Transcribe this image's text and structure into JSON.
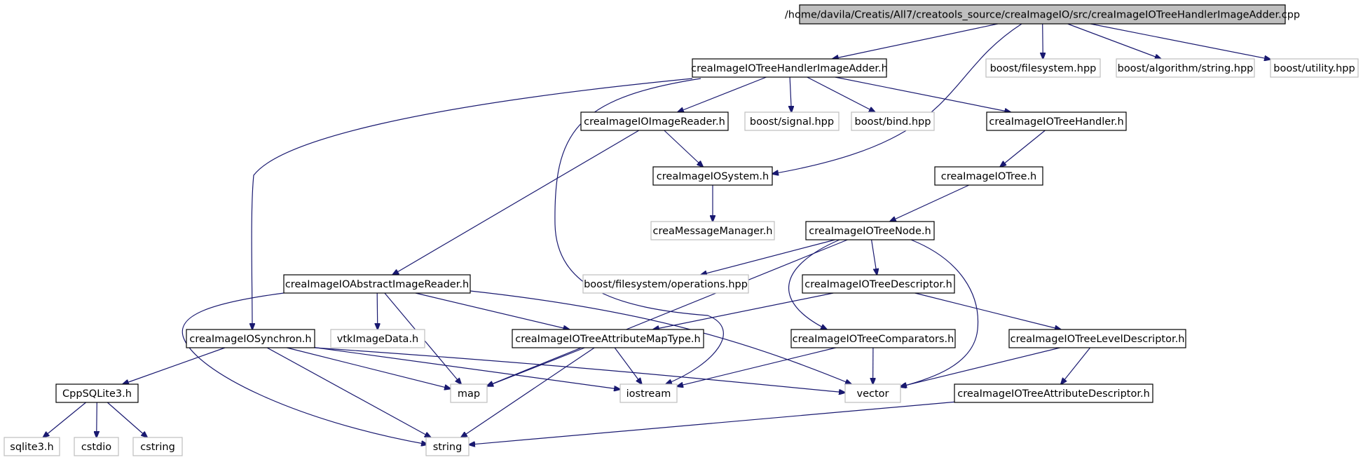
{
  "colors": {
    "edge": "#191970",
    "internal_border": "#000000",
    "external_border": "#bfbfbf",
    "root_fill": "#bfbfbf",
    "background": "#ffffff"
  },
  "nodes": [
    {
      "id": "root",
      "label": "/home/davila/Creatis/All7/creatools_source/creaImageIO/src/creaImageIOTreeHandlerImageAdder.cpp",
      "kind": "root"
    },
    {
      "id": "tha_h",
      "label": "creaImageIOTreeHandlerImageAdder.h",
      "kind": "internal"
    },
    {
      "id": "boost_fs",
      "label": "boost/filesystem.hpp",
      "kind": "external"
    },
    {
      "id": "boost_alg",
      "label": "boost/algorithm/string.hpp",
      "kind": "external"
    },
    {
      "id": "boost_util",
      "label": "boost/utility.hpp",
      "kind": "external"
    },
    {
      "id": "reader",
      "label": "creaImageIOImageReader.h",
      "kind": "internal"
    },
    {
      "id": "boost_sig",
      "label": "boost/signal.hpp",
      "kind": "external"
    },
    {
      "id": "boost_bind",
      "label": "boost/bind.hpp",
      "kind": "external"
    },
    {
      "id": "treehandler",
      "label": "creaImageIOTreeHandler.h",
      "kind": "internal"
    },
    {
      "id": "system",
      "label": "creaImageIOSystem.h",
      "kind": "internal"
    },
    {
      "id": "tree",
      "label": "creaImageIOTree.h",
      "kind": "internal"
    },
    {
      "id": "msgmgr",
      "label": "creaMessageManager.h",
      "kind": "external"
    },
    {
      "id": "treenode",
      "label": "creaImageIOTreeNode.h",
      "kind": "internal"
    },
    {
      "id": "absreader",
      "label": "creaImageIOAbstractImageReader.h",
      "kind": "internal"
    },
    {
      "id": "boost_ops",
      "label": "boost/filesystem/operations.hpp",
      "kind": "external"
    },
    {
      "id": "descriptor",
      "label": "creaImageIOTreeDescriptor.h",
      "kind": "internal"
    },
    {
      "id": "synchron",
      "label": "creaImageIOSynchron.h",
      "kind": "internal"
    },
    {
      "id": "vtkimg",
      "label": "vtkImageData.h",
      "kind": "external"
    },
    {
      "id": "attrmap",
      "label": "creaImageIOTreeAttributeMapType.h",
      "kind": "internal"
    },
    {
      "id": "comparators",
      "label": "creaImageIOTreeComparators.h",
      "kind": "internal"
    },
    {
      "id": "leveldesc",
      "label": "creaImageIOTreeLevelDescriptor.h",
      "kind": "internal"
    },
    {
      "id": "cppsqlite",
      "label": "CppSQLite3.h",
      "kind": "internal"
    },
    {
      "id": "map",
      "label": "map",
      "kind": "external"
    },
    {
      "id": "iostream",
      "label": "iostream",
      "kind": "external"
    },
    {
      "id": "vector",
      "label": "vector",
      "kind": "external"
    },
    {
      "id": "attrdesc",
      "label": "creaImageIOTreeAttributeDescriptor.h",
      "kind": "internal"
    },
    {
      "id": "sqlite3",
      "label": "sqlite3.h",
      "kind": "external"
    },
    {
      "id": "cstdio",
      "label": "cstdio",
      "kind": "external"
    },
    {
      "id": "cstring",
      "label": "cstring",
      "kind": "external"
    },
    {
      "id": "string",
      "label": "string",
      "kind": "external"
    }
  ],
  "edges": [
    {
      "from": "root",
      "to": "tha_h"
    },
    {
      "from": "root",
      "to": "system"
    },
    {
      "from": "root",
      "to": "boost_fs"
    },
    {
      "from": "root",
      "to": "boost_alg"
    },
    {
      "from": "root",
      "to": "boost_util"
    },
    {
      "from": "tha_h",
      "to": "synchron"
    },
    {
      "from": "tha_h",
      "to": "iostream"
    },
    {
      "from": "tha_h",
      "to": "reader"
    },
    {
      "from": "tha_h",
      "to": "boost_sig"
    },
    {
      "from": "tha_h",
      "to": "boost_bind"
    },
    {
      "from": "tha_h",
      "to": "treehandler"
    },
    {
      "from": "reader",
      "to": "system"
    },
    {
      "from": "reader",
      "to": "absreader"
    },
    {
      "from": "treehandler",
      "to": "tree"
    },
    {
      "from": "system",
      "to": "msgmgr"
    },
    {
      "from": "tree",
      "to": "treenode"
    },
    {
      "from": "treenode",
      "to": "map"
    },
    {
      "from": "treenode",
      "to": "boost_ops"
    },
    {
      "from": "treenode",
      "to": "descriptor"
    },
    {
      "from": "treenode",
      "to": "comparators"
    },
    {
      "from": "treenode",
      "to": "vector"
    },
    {
      "from": "absreader",
      "to": "string"
    },
    {
      "from": "absreader",
      "to": "vtkimg"
    },
    {
      "from": "absreader",
      "to": "map"
    },
    {
      "from": "absreader",
      "to": "attrmap"
    },
    {
      "from": "absreader",
      "to": "vector"
    },
    {
      "from": "descriptor",
      "to": "attrmap"
    },
    {
      "from": "descriptor",
      "to": "leveldesc"
    },
    {
      "from": "synchron",
      "to": "cppsqlite"
    },
    {
      "from": "synchron",
      "to": "string"
    },
    {
      "from": "synchron",
      "to": "map"
    },
    {
      "from": "synchron",
      "to": "iostream"
    },
    {
      "from": "synchron",
      "to": "vector"
    },
    {
      "from": "attrmap",
      "to": "map"
    },
    {
      "from": "attrmap",
      "to": "iostream"
    },
    {
      "from": "attrmap",
      "to": "string"
    },
    {
      "from": "comparators",
      "to": "iostream"
    },
    {
      "from": "comparators",
      "to": "vector"
    },
    {
      "from": "leveldesc",
      "to": "vector"
    },
    {
      "from": "leveldesc",
      "to": "attrdesc"
    },
    {
      "from": "attrdesc",
      "to": "string"
    },
    {
      "from": "cppsqlite",
      "to": "sqlite3"
    },
    {
      "from": "cppsqlite",
      "to": "cstdio"
    },
    {
      "from": "cppsqlite",
      "to": "cstring"
    }
  ]
}
